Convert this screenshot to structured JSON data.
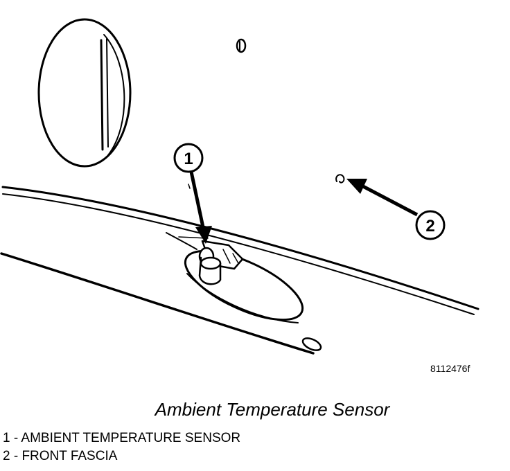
{
  "diagram": {
    "callouts": [
      {
        "number": "1"
      },
      {
        "number": "2"
      }
    ],
    "figure_id": "8112476f",
    "caption": "Ambient Temperature Sensor"
  },
  "legend": [
    {
      "text": "1 - AMBIENT TEMPERATURE SENSOR"
    },
    {
      "text": "2 - FRONT FASCIA"
    }
  ]
}
